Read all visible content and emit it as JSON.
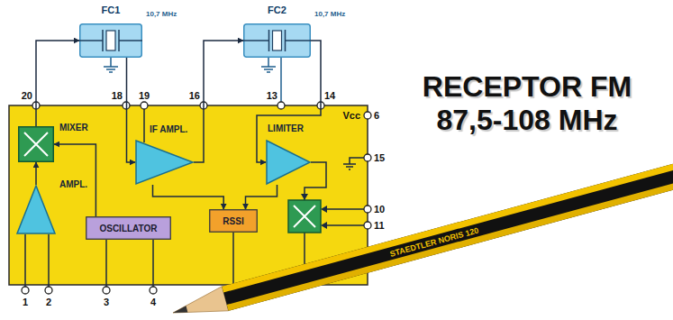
{
  "diagram": {
    "title": "RECEPTOR FM 87,5-108 MHz",
    "nodes": [
      {
        "text": [
          "FC1",
          "10,7 MHz"
        ]
      },
      {
        "text": [
          "FC2",
          "10,7 MHz"
        ]
      },
      {
        "text": [
          "MIXER"
        ]
      },
      {
        "text": [
          "AMPL."
        ]
      },
      {
        "text": [
          "OSCILLATOR"
        ]
      },
      {
        "text": [
          "IF AMPL."
        ]
      },
      {
        "text": [
          "LIMITER"
        ]
      },
      {
        "text": [
          "RSSI"
        ]
      }
    ],
    "edges": [
      {
        "from": 2,
        "to": 0,
        "arrow": "to"
      },
      {
        "from": 0,
        "to": 5,
        "arrow": "to"
      },
      {
        "from": 5,
        "to": 1,
        "arrow": "to"
      },
      {
        "from": 1,
        "to": 6,
        "arrow": "to"
      },
      {
        "from": 3,
        "to": 2,
        "arrow": "to"
      },
      {
        "from": 4,
        "to": 2,
        "arrow": "to"
      },
      {
        "from": 5,
        "to": 7,
        "arrow": "to"
      },
      {
        "from": 6,
        "to": 7,
        "arrow": "to"
      }
    ],
    "labels": [
      "20",
      "18",
      "19",
      "16",
      "13",
      "14",
      "Vcc",
      "6",
      "15",
      "10",
      "11",
      "1",
      "2",
      "3",
      "4",
      "STAEDTLER NORIS 120"
    ]
  }
}
